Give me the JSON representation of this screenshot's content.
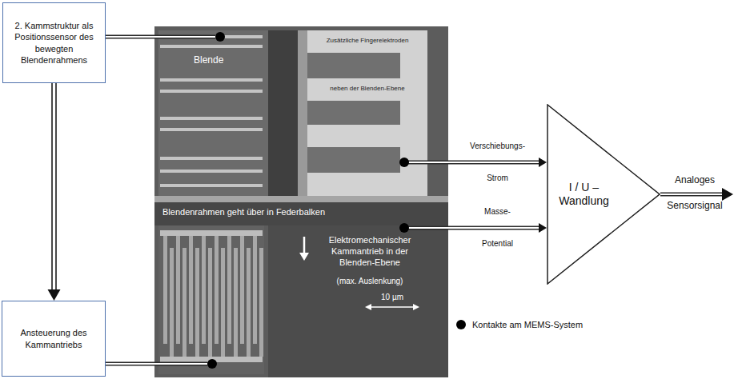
{
  "diagram": {
    "nodes": [
      {
        "text": [
          "2. Kammstruktur als Positionssensor des bewegten Blendenrahmens"
        ]
      },
      {
        "text": [
          "Blende",
          "Zusätzliche Fingerelektroden",
          "neben der Blenden-Ebene",
          "Blendenrahmen geht über in Federbalken",
          "Elektromechanischer Kammantrieb in der Blenden-Ebene",
          "(max. Auslenkung)",
          "10 µm"
        ]
      },
      {
        "text": [
          "I / U – Wandlung"
        ]
      },
      {
        "text": [
          "Ansteuerung des Kammantriebs"
        ]
      }
    ],
    "edges": [
      {
        "from": 0,
        "to": 3,
        "arrow": "to"
      },
      {
        "from": 0,
        "to": 1,
        "arrow": "none"
      },
      {
        "from": 1,
        "to": 2,
        "label": "Verschiebungs- Strom",
        "arrow": "to"
      },
      {
        "from": 1,
        "to": 2,
        "label": "Masse- Potential",
        "arrow": "to"
      },
      {
        "from": 3,
        "to": 1,
        "arrow": "none"
      }
    ],
    "labels": [
      "Analoges",
      "Sensorsignal"
    ],
    "legend": [
      {
        "text": "Kontakte am MEMS-System"
      }
    ]
  }
}
